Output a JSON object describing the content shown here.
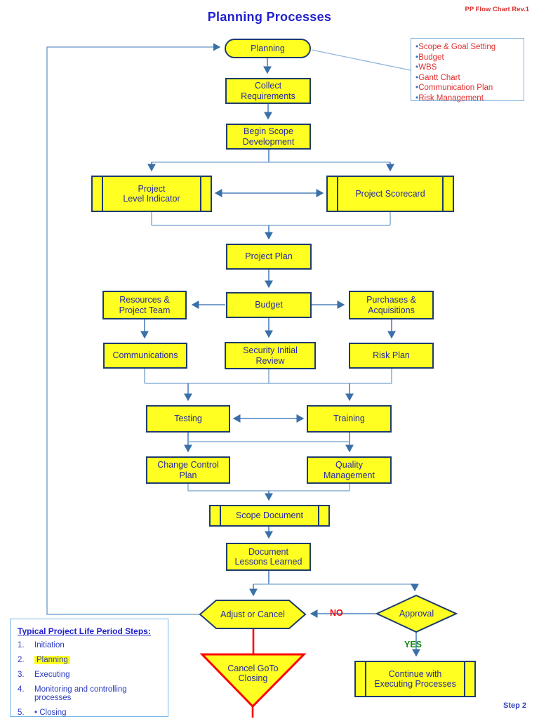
{
  "header": {
    "title": "Planning Processes",
    "revision": "PP Flow Chart Rev.1",
    "step_label": "Step 2"
  },
  "legend": {
    "items": [
      "Scope & Goal Setting",
      "Budget",
      "WBS",
      "Gantt Chart",
      "Communication Plan",
      "Risk Management"
    ]
  },
  "nodes": {
    "planning": "Planning",
    "collect_requirements": "Collect\nRequirements",
    "begin_scope": "Begin Scope\nDevelopment",
    "project_level_indicator": "Project\nLevel Indicator",
    "project_scorecard": "Project Scorecard",
    "project_plan": "Project Plan",
    "resources": "Resources &\nProject Team",
    "budget": "Budget",
    "purchases": "Purchases &\nAcquisitions",
    "communications": "Communications",
    "security_review": "Security Initial\nReview",
    "risk_plan": "Risk Plan",
    "testing": "Testing",
    "training": "Training",
    "change_control": "Change Control\nPlan",
    "quality_mgmt": "Quality\nManagement",
    "scope_document": "Scope Document",
    "lessons_learned": "Document\nLessons Learned",
    "adjust_or_cancel": "Adjust or Cancel",
    "approval": "Approval",
    "cancel_goto_closing": "Cancel GoTo\nClosing",
    "continue_executing": "Continue with\nExecuting Processes"
  },
  "decision_labels": {
    "no": "NO",
    "yes": "YES"
  },
  "steps_box": {
    "title": "Typical Project Life Period Steps:",
    "items": [
      {
        "num": "1.",
        "label": "Initiation"
      },
      {
        "num": "2.",
        "label": "Planning"
      },
      {
        "num": "3.",
        "label": "Executing"
      },
      {
        "num": "4.",
        "label": "Monitoring and controlling processes"
      },
      {
        "num": "5.",
        "label": "• Closing"
      }
    ]
  },
  "colors": {
    "node_fill": "#ffff21",
    "node_border": "#1e3c6e",
    "node_text": "#252aa0",
    "title_blue": "#2121cd",
    "legend_red": "#e02e2e",
    "bullet_blue": "#4472c4",
    "connector_blue": "#4f81bd",
    "connector_light": "#8ab1d6",
    "no_red": "#ff0000",
    "yes_green": "#0f8a0f",
    "cancel_red": "#ff0000"
  }
}
